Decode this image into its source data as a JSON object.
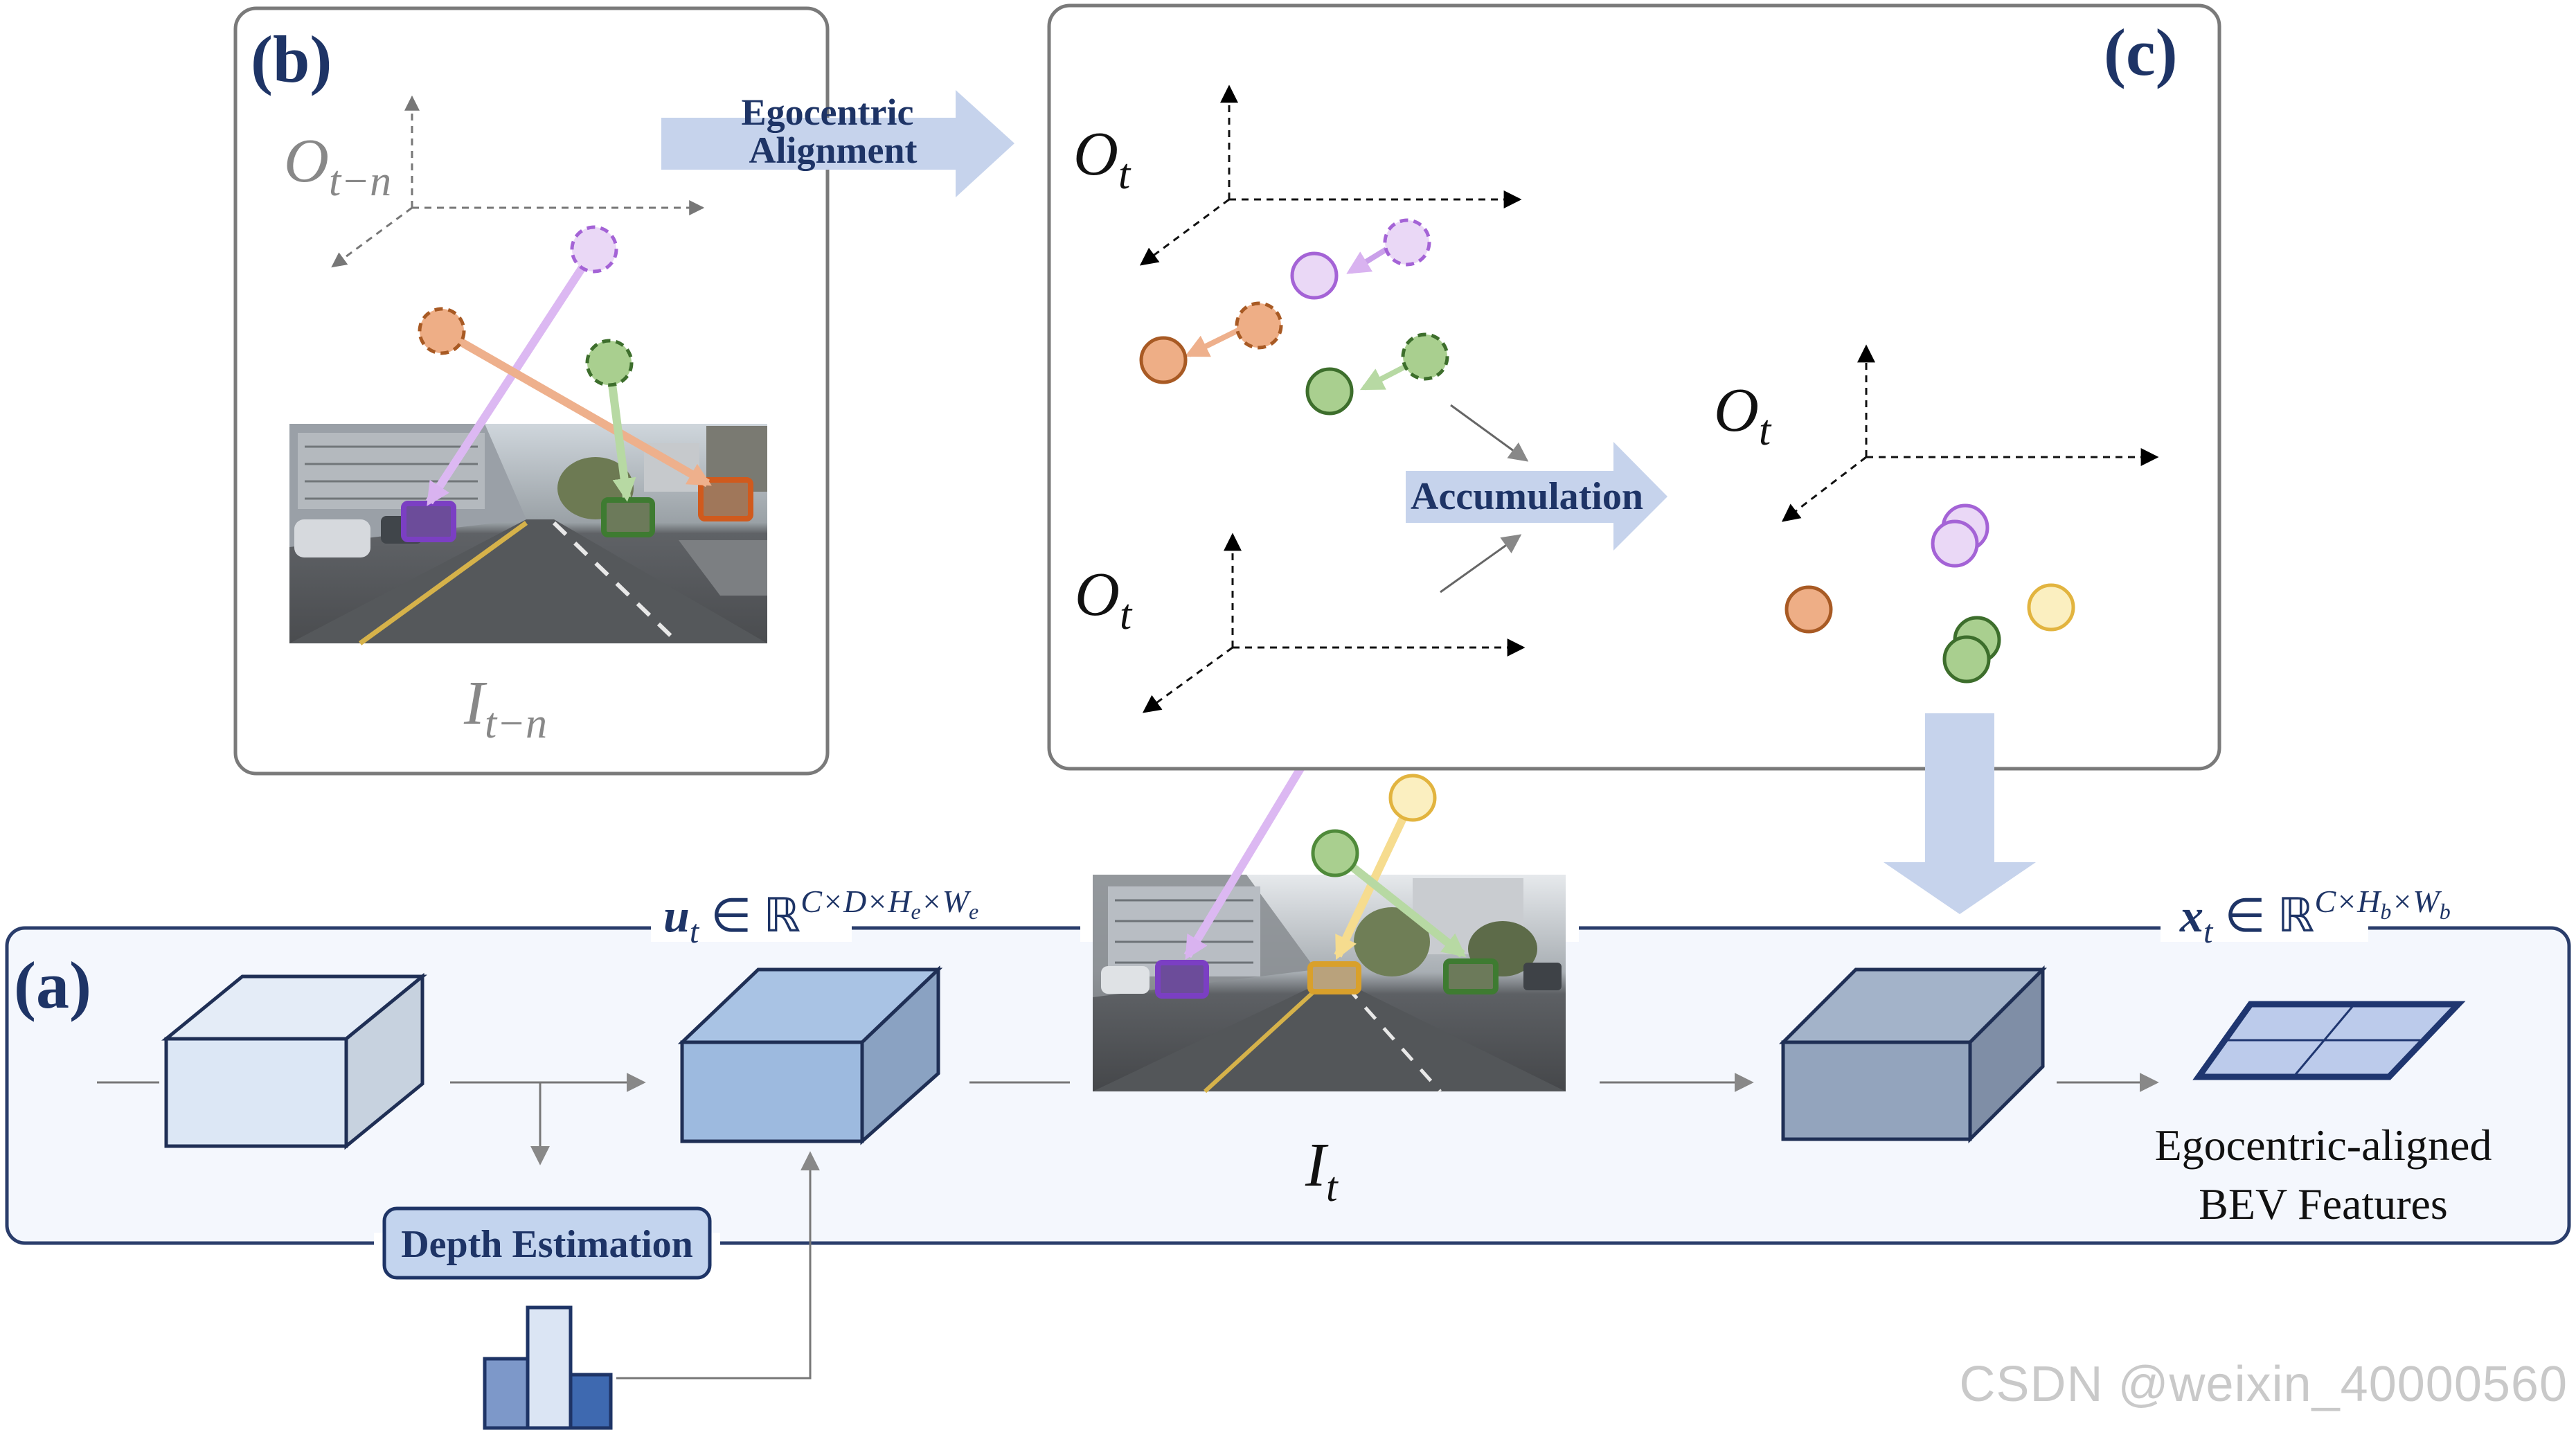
{
  "panel_b": {
    "label": "(b)",
    "origin_label_base": "O",
    "origin_label_sub": "t−n",
    "image_label_base": "I",
    "image_label_sub": "t−n"
  },
  "egocentric_arrow": {
    "line1": "Egocentric",
    "line2": "Alignment"
  },
  "panel_c": {
    "label": "(c)",
    "origin_top_base": "O",
    "origin_top_sub": "t",
    "origin_bottom_base": "O",
    "origin_bottom_sub": "t",
    "origin_right_base": "O",
    "origin_right_sub": "t",
    "accumulation_label": "Accumulation"
  },
  "panel_a": {
    "label": "(a)",
    "u_label_base": "u",
    "u_label_sub": "t",
    "u_label_rest": " ∈ ℝ",
    "u_label_sup": "C×D×H",
    "u_label_sup_sub": "e",
    "u_label_sup2": "×W",
    "u_label_sup2_sub": "e",
    "x_label_base": "x",
    "x_label_sub": "t",
    "x_label_rest": " ∈ ℝ",
    "x_label_sup": "C×H",
    "x_label_sup_sub": "b",
    "x_label_sup2": "×W",
    "x_label_sup2_sub": "b",
    "image_label_base": "I",
    "image_label_sub": "t",
    "depth_label": "Depth Estimation",
    "bev_line1": "Egocentric-aligned",
    "bev_line2": "BEV Features"
  },
  "watermark": "CSDN @weixin_40000560",
  "colors": {
    "purple": "#a463d6",
    "purple_fill": "#ead8f6",
    "orange": "#e07b3b",
    "orange_fill": "#eeae86",
    "green": "#4f8a3a",
    "green_fill": "#a9cf8f",
    "yellow": "#e2b43f",
    "yellow_fill": "#fbefc0",
    "navy": "#1e3466",
    "panel_a_fill": "#f4f7fd",
    "arrow_fill": "#c6d3ec"
  }
}
